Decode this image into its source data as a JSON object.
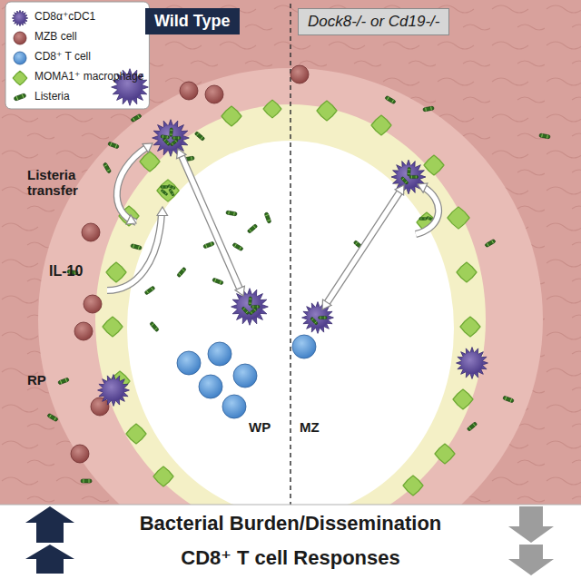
{
  "diagram": {
    "nodes": [
      {
        "text": [
          "Wild Type"
        ]
      },
      {
        "text": [
          "Dock8-/- or Cd19-/-"
        ]
      }
    ],
    "labels": [
      "Listeria transfer",
      "IL-10",
      "RP",
      "WP",
      "MZ",
      "Bacterial Burden/Dissemination",
      "CD8⁺ T cell Responses"
    ],
    "legend": [
      {
        "text": "CD8α⁺cDC1"
      },
      {
        "text": "MZB cell"
      },
      {
        "text": "CD8⁺ T cell"
      },
      {
        "text": "MOMA1⁺ macrophage"
      },
      {
        "text": "Listeria"
      }
    ]
  }
}
